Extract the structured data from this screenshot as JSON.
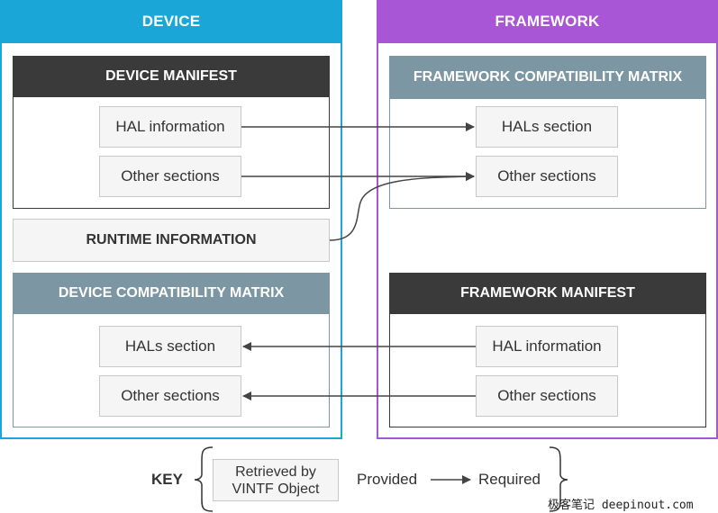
{
  "device": {
    "title": "DEVICE",
    "manifest": {
      "title": "DEVICE MANIFEST",
      "items": [
        "HAL information",
        "Other sections"
      ]
    },
    "runtime": "RUNTIME INFORMATION",
    "compat": {
      "title": "DEVICE COMPATIBILITY MATRIX",
      "items": [
        "HALs section",
        "Other sections"
      ]
    }
  },
  "framework": {
    "title": "FRAMEWORK",
    "compat": {
      "title": "FRAMEWORK COMPATIBILITY MATRIX",
      "items": [
        "HALs section",
        "Other sections"
      ]
    },
    "manifest": {
      "title": "FRAMEWORK MANIFEST",
      "items": [
        "HAL information",
        "Other sections"
      ]
    }
  },
  "key": {
    "label": "KEY",
    "retrieved": [
      "Retrieved by",
      "VINTF Object"
    ],
    "provided": "Provided",
    "required": "Required"
  },
  "watermark": "极客笔记 deepinout.com",
  "colors": {
    "device": "#1aa6d6",
    "framework": "#a855d6",
    "dark": "#3a3a3a",
    "slate": "#7c97a3",
    "arrow": "#444444"
  }
}
